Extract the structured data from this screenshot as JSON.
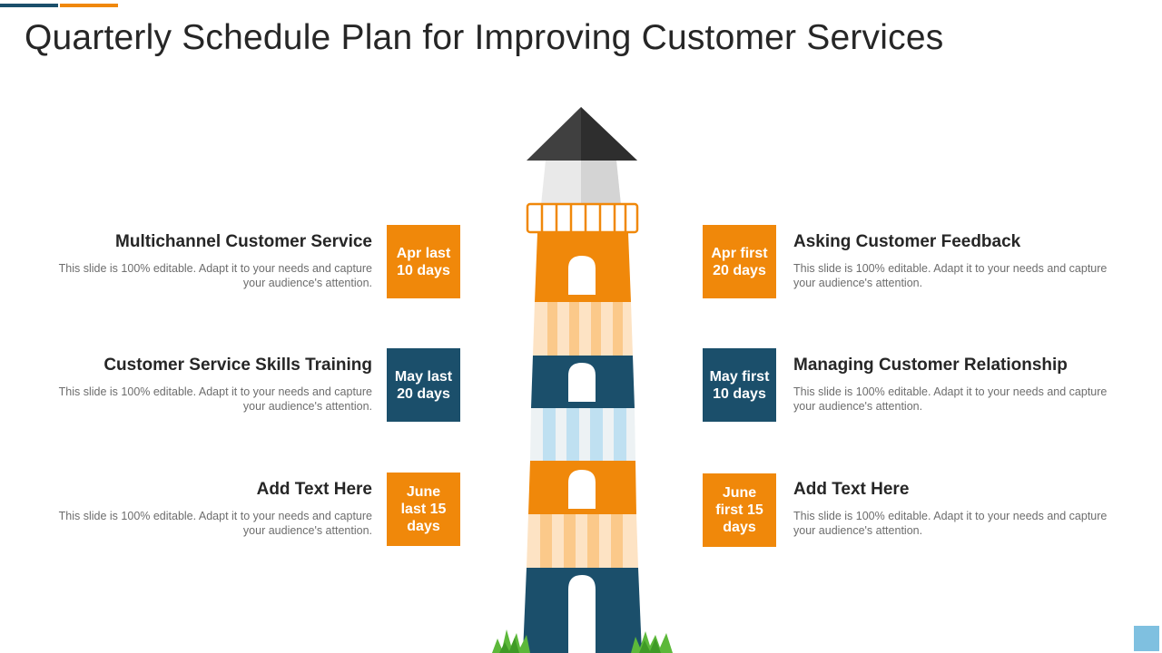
{
  "title": "Quarterly Schedule Plan for Improving Customer Services",
  "colors": {
    "orange": "#f0880a",
    "navy": "#1b4f6b",
    "light_blue": "#7fc0e0",
    "dark_gray": "#404040"
  },
  "left_items": [
    {
      "heading": "Multichannel Customer Service",
      "description": "This slide is 100% editable. Adapt it to your needs and capture your audience's attention.",
      "tag": "Apr last 10 days",
      "tag_color": "orange"
    },
    {
      "heading": "Customer Service Skills Training",
      "description": "This slide is 100% editable. Adapt it to your needs and capture your audience's attention.",
      "tag": "May last 20 days",
      "tag_color": "navy"
    },
    {
      "heading": "Add Text Here",
      "description": "This slide is 100% editable. Adapt it to your needs and capture your audience's attention.",
      "tag": "June last 15 days",
      "tag_color": "orange"
    }
  ],
  "right_items": [
    {
      "heading": "Asking Customer Feedback",
      "description": "This slide is 100% editable. Adapt it to your needs and capture your audience's attention.",
      "tag": "Apr first 20 days",
      "tag_color": "orange"
    },
    {
      "heading": "Managing Customer Relationship",
      "description": "This slide is 100% editable. Adapt it to your needs and capture your audience's attention.",
      "tag": "May first 10 days",
      "tag_color": "navy"
    },
    {
      "heading": "Add Text Here",
      "description": "This slide is 100% editable. Adapt it to your needs and capture your audience's attention.",
      "tag": "June first 15 days",
      "tag_color": "orange"
    }
  ]
}
